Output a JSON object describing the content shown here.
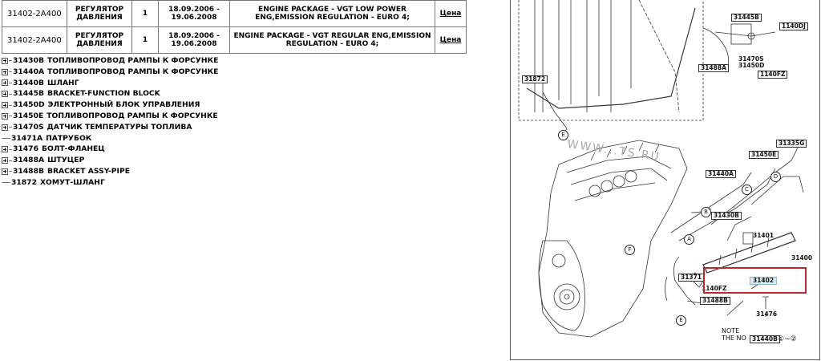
{
  "parts_table": {
    "rows": [
      {
        "code": "31402-2A400",
        "name": "РЕГУЛЯТОР ДАВЛЕНИЯ",
        "qty": "1",
        "dates": "18.09.2006 - 19.06.2008",
        "note": "ENGINE PACKAGE - VGT LOW POWER ENG,EMISSION REGULATION - EURO 4;",
        "price_link": "Цена"
      },
      {
        "code": "31402-2A400",
        "name": "РЕГУЛЯТОР ДАВЛЕНИЯ",
        "qty": "1",
        "dates": "18.09.2006 - 19.06.2008",
        "note": "ENGINE PACKAGE - VGT REGULAR ENG,EMISSION REGULATION - EURO 4;",
        "price_link": "Цена"
      }
    ]
  },
  "tree": [
    {
      "code": "31430B",
      "label": "ТОПЛИВОПРОВОД РАМПЫ К ФОРСУНКЕ",
      "expandable": true
    },
    {
      "code": "31440A",
      "label": "ТОПЛИВОПРОВОД РАМПЫ К ФОРСУНКЕ",
      "expandable": true
    },
    {
      "code": "31440B",
      "label": "ШЛАНГ",
      "expandable": true
    },
    {
      "code": "31445B",
      "label": "BRACKET-FUNCTION BLOCK",
      "expandable": true
    },
    {
      "code": "31450D",
      "label": "ЭЛЕКТРОННЫЙ БЛОК УПРАВЛЕНИЯ",
      "expandable": true
    },
    {
      "code": "31450E",
      "label": "ТОПЛИВОПРОВОД РАМПЫ К ФОРСУНКЕ",
      "expandable": true
    },
    {
      "code": "31470S",
      "label": "ДАТЧИК ТЕМПЕРАТУРЫ ТОПЛИВА",
      "expandable": true
    },
    {
      "code": "31471A",
      "label": "ПАТРУБОК",
      "expandable": false
    },
    {
      "code": "31476",
      "label": "БОЛТ-ФЛАНЕЦ",
      "expandable": true
    },
    {
      "code": "31488A",
      "label": "ШТУЦЕР",
      "expandable": true
    },
    {
      "code": "31488B",
      "label": "BRACKET ASSY-PIPE",
      "expandable": true
    },
    {
      "code": "31872",
      "label": "ХОМУТ-ШЛАНГ",
      "expandable": false
    }
  ],
  "diagram": {
    "callouts": {
      "c31445B": "31445B",
      "c1140DJ": "1140DJ",
      "c31488A": "31488A",
      "c31470S": "31470S",
      "c31450D": "31450D",
      "c1140FZ_top": "1140FZ",
      "c31872": "31872",
      "c31335G": "31335G",
      "c31450E": "31450E",
      "c31440A": "31440A",
      "c31430B": "31430B",
      "c31401": "31401",
      "c31400": "31400",
      "c31371": "31371",
      "c31402": "31402",
      "c1140FZ_bot": "1140FZ",
      "c31488B": "31488B",
      "c31476": "31476",
      "c31440B": "31440B"
    },
    "letters": {
      "E1": "E",
      "E2": "E",
      "D": "D",
      "C": "C",
      "B": "B",
      "A": "A",
      "F": "F"
    },
    "watermark": "WWW...TS.RU",
    "note": {
      "line1": "NOTE",
      "line2": "THE NO",
      "nums": "①~②"
    },
    "highlight_color": "#c0272d"
  }
}
